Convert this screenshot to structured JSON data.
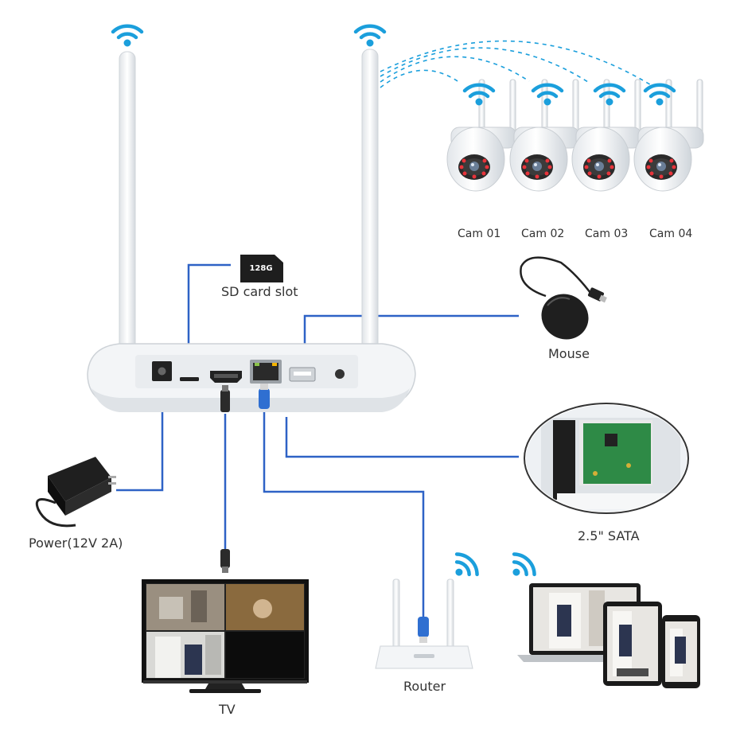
{
  "colors": {
    "wire": "#2e62c6",
    "wifi": "#1b9fdc",
    "device": "#f1f3f5",
    "device_shadow": "#d6dbe0",
    "screen_dark": "#1c1c1c",
    "label": "#333333"
  },
  "labels": {
    "sd_card": "SD card slot",
    "sd_card_capacity": "128G",
    "mouse": "Mouse",
    "power": "Power(12V 2A)",
    "sata": "2.5\" SATA",
    "tv": "TV",
    "router": "Router"
  },
  "cameras": [
    "Cam 01",
    "Cam 02",
    "Cam 03",
    "Cam 04"
  ],
  "icons": [
    "wifi-icon",
    "antenna-icon",
    "sd-card-icon",
    "mouse-icon",
    "power-adapter-icon",
    "hdd-icon",
    "tv-icon",
    "router-icon",
    "laptop-icon",
    "tablet-icon",
    "phone-icon",
    "camera-icon"
  ]
}
